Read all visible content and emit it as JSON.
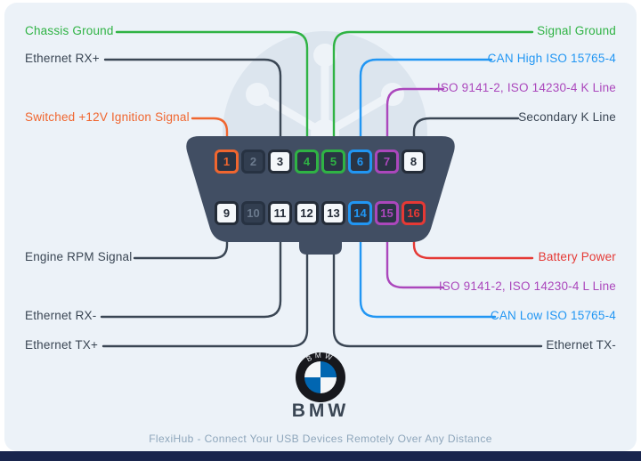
{
  "brand": {
    "name": "BMW",
    "logo_text": "BMW"
  },
  "footer": {
    "text": "FlexiHub - Connect Your USB Devices Remotely Over Any Distance"
  },
  "colors": {
    "green": "#2fb344",
    "blue": "#2196f3",
    "purple": "#ab47bc",
    "orange": "#f0662f",
    "red": "#e53935",
    "dark": "#3a4654",
    "pin_plain": "#242c38",
    "pin_muted": "#6b7a8d",
    "connector_body": "#414e63",
    "background": "#ecf2f8",
    "bottom_bar": "#19254d",
    "bmw_blue": "#0166b1"
  },
  "pins": [
    {
      "num": "1",
      "color": "#f0662f"
    },
    {
      "num": "2",
      "color": "#6b7a8d"
    },
    {
      "num": "3",
      "color": "#242c38"
    },
    {
      "num": "4",
      "color": "#2fb344"
    },
    {
      "num": "5",
      "color": "#2fb344"
    },
    {
      "num": "6",
      "color": "#2196f3"
    },
    {
      "num": "7",
      "color": "#ab47bc"
    },
    {
      "num": "8",
      "color": "#242c38"
    },
    {
      "num": "9",
      "color": "#242c38"
    },
    {
      "num": "10",
      "color": "#6b7a8d"
    },
    {
      "num": "11",
      "color": "#242c38"
    },
    {
      "num": "12",
      "color": "#242c38"
    },
    {
      "num": "13",
      "color": "#242c38"
    },
    {
      "num": "14",
      "color": "#2196f3"
    },
    {
      "num": "15",
      "color": "#ab47bc"
    },
    {
      "num": "16",
      "color": "#e53935"
    }
  ],
  "labels": {
    "left": [
      {
        "text": "Chassis Ground",
        "color": "#2fb344",
        "pin": "4"
      },
      {
        "text": "Ethernet RX+",
        "color": "#3a4654",
        "pin": "3"
      },
      {
        "text": "Switched +12V Ignition Signal",
        "color": "#f0662f",
        "pin": "1"
      },
      {
        "text": "Engine RPM Signal",
        "color": "#3a4654",
        "pin": "9"
      },
      {
        "text": "Ethernet RX-",
        "color": "#3a4654",
        "pin": "11"
      },
      {
        "text": "Ethernet TX+",
        "color": "#3a4654",
        "pin": "12"
      }
    ],
    "right": [
      {
        "text": "Signal Ground",
        "color": "#2fb344",
        "pin": "5"
      },
      {
        "text": "CAN High ISO 15765-4",
        "color": "#2196f3",
        "pin": "6"
      },
      {
        "text": "ISO 9141-2, ISO 14230-4 K Line",
        "color": "#ab47bc",
        "pin": "7"
      },
      {
        "text": "Secondary K Line",
        "color": "#3a4654",
        "pin": "8"
      },
      {
        "text": "Battery Power",
        "color": "#e53935",
        "pin": "16"
      },
      {
        "text": "ISO 9141-2, ISO 14230-4 L Line",
        "color": "#ab47bc",
        "pin": "15"
      },
      {
        "text": "CAN Low ISO 15765-4",
        "color": "#2196f3",
        "pin": "14"
      },
      {
        "text": "Ethernet TX-",
        "color": "#3a4654",
        "pin": "13"
      }
    ]
  }
}
